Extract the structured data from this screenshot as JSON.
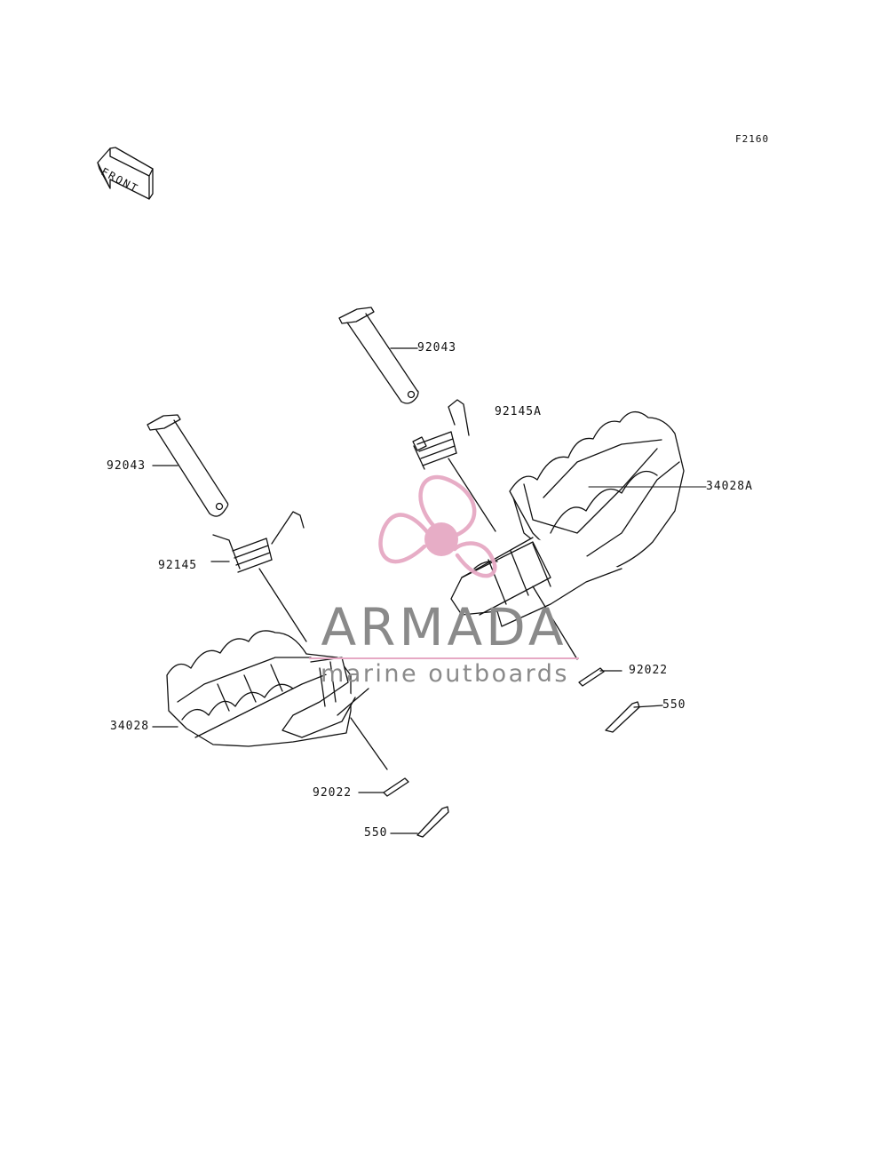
{
  "diagram": {
    "figure_code": "F2160",
    "front_indicator": "FRONT",
    "parts": [
      {
        "id": "pin-upper",
        "number": "92043"
      },
      {
        "id": "spring-upper",
        "number": "92145A"
      },
      {
        "id": "footpeg-right",
        "number": "34028A"
      },
      {
        "id": "pin-left",
        "number": "92043"
      },
      {
        "id": "spring-left",
        "number": "92145"
      },
      {
        "id": "footpeg-left",
        "number": "34028"
      },
      {
        "id": "washer-right",
        "number": "92022"
      },
      {
        "id": "cotter-right",
        "number": "550"
      },
      {
        "id": "washer-left",
        "number": "92022"
      },
      {
        "id": "cotter-left",
        "number": "550"
      }
    ]
  },
  "watermark": {
    "brand": "ARMADA",
    "tagline": "marine outboards",
    "logo_icon": "propeller-icon",
    "colors": {
      "pink": "#e6a9c4",
      "gray": "#8a8a8a"
    }
  }
}
